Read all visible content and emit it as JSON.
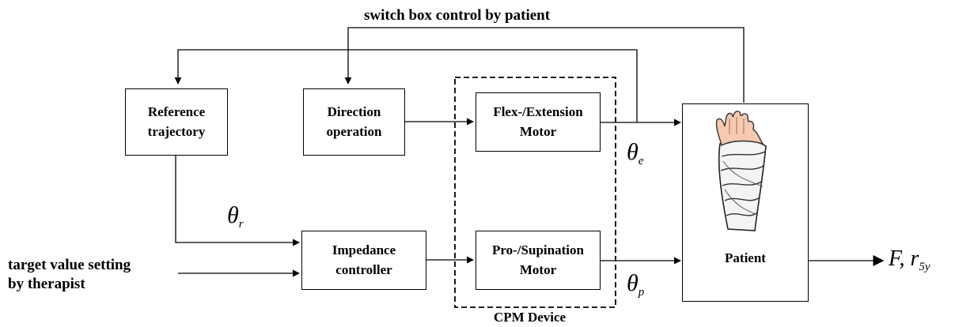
{
  "labels": {
    "switch_box": "switch box control by patient",
    "target_value": "target value setting\nby therapist",
    "cpm_device": "CPM Device"
  },
  "boxes": {
    "reference": "Reference\ntrajectory",
    "direction": "Direction\noperation",
    "flex_motor": "Flex-/Extension\nMotor",
    "impedance": "Impedance\ncontroller",
    "pro_motor": "Pro-/Supination\nMotor",
    "patient": "Patient"
  },
  "symbols": {
    "theta_r": {
      "base": "θ",
      "sub": "r"
    },
    "theta_e": {
      "base": "θ",
      "sub": "e"
    },
    "theta_p": {
      "base": "θ",
      "sub": "p"
    },
    "output": {
      "f": "F,",
      "r": "r",
      "r_sub": "5y"
    }
  },
  "icons": {
    "patient_arm": "bandaged-arm-icon"
  }
}
